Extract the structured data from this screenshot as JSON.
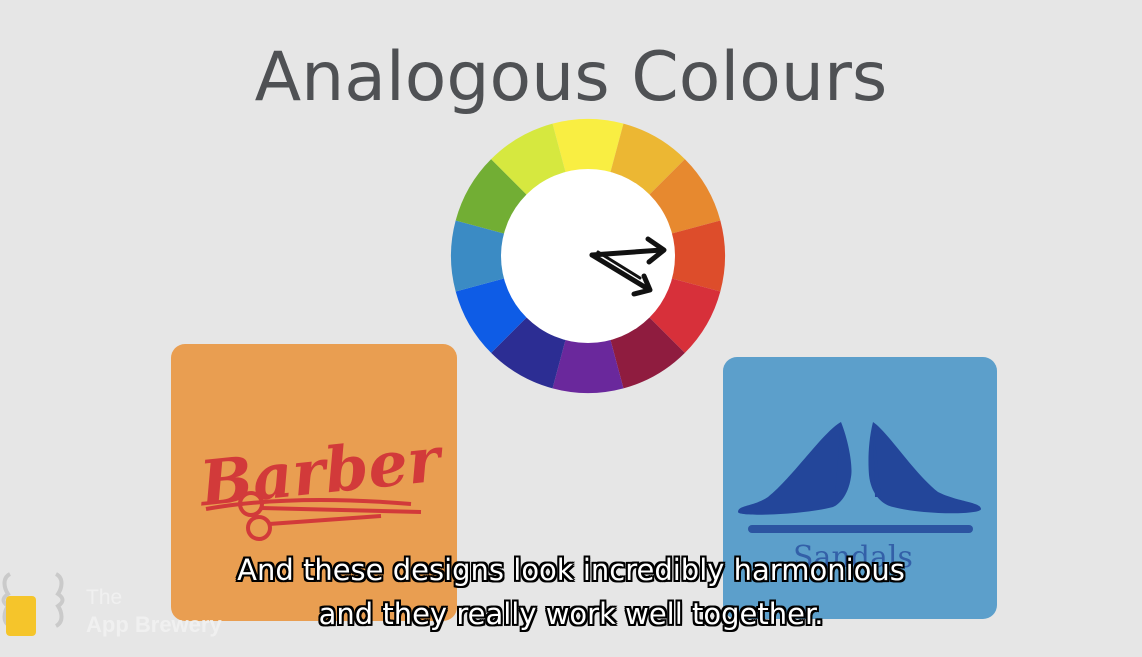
{
  "slide": {
    "title": "Analogous Colours"
  },
  "colour_wheel": {
    "segments": [
      "#f9ee42",
      "#ecb733",
      "#e7892f",
      "#dd4d2b",
      "#d7303a",
      "#8f1c3f",
      "#6a289c",
      "#2c2d93",
      "#0e5ce6",
      "#3b8bc4",
      "#72ae34",
      "#d6e83f"
    ],
    "center_color": "#ffffff",
    "arrow_icon": "hand-drawn-arrows-icon"
  },
  "cards": {
    "barber": {
      "background": "#e99e51",
      "accent": "#d23a3a",
      "logo_text": "Barber",
      "icon": "scissors-icon"
    },
    "sandals": {
      "background": "#5c9fcb",
      "accent": "#23469a",
      "icon": "high-heel-shoes-icon"
    }
  },
  "brand": {
    "line1": "The",
    "line2": "App Brewery",
    "logo_icon": "curly-braces-mug-icon"
  },
  "subtitles": {
    "line1": "And these designs look incredibly harmonious",
    "line2": "and they really work well together."
  }
}
